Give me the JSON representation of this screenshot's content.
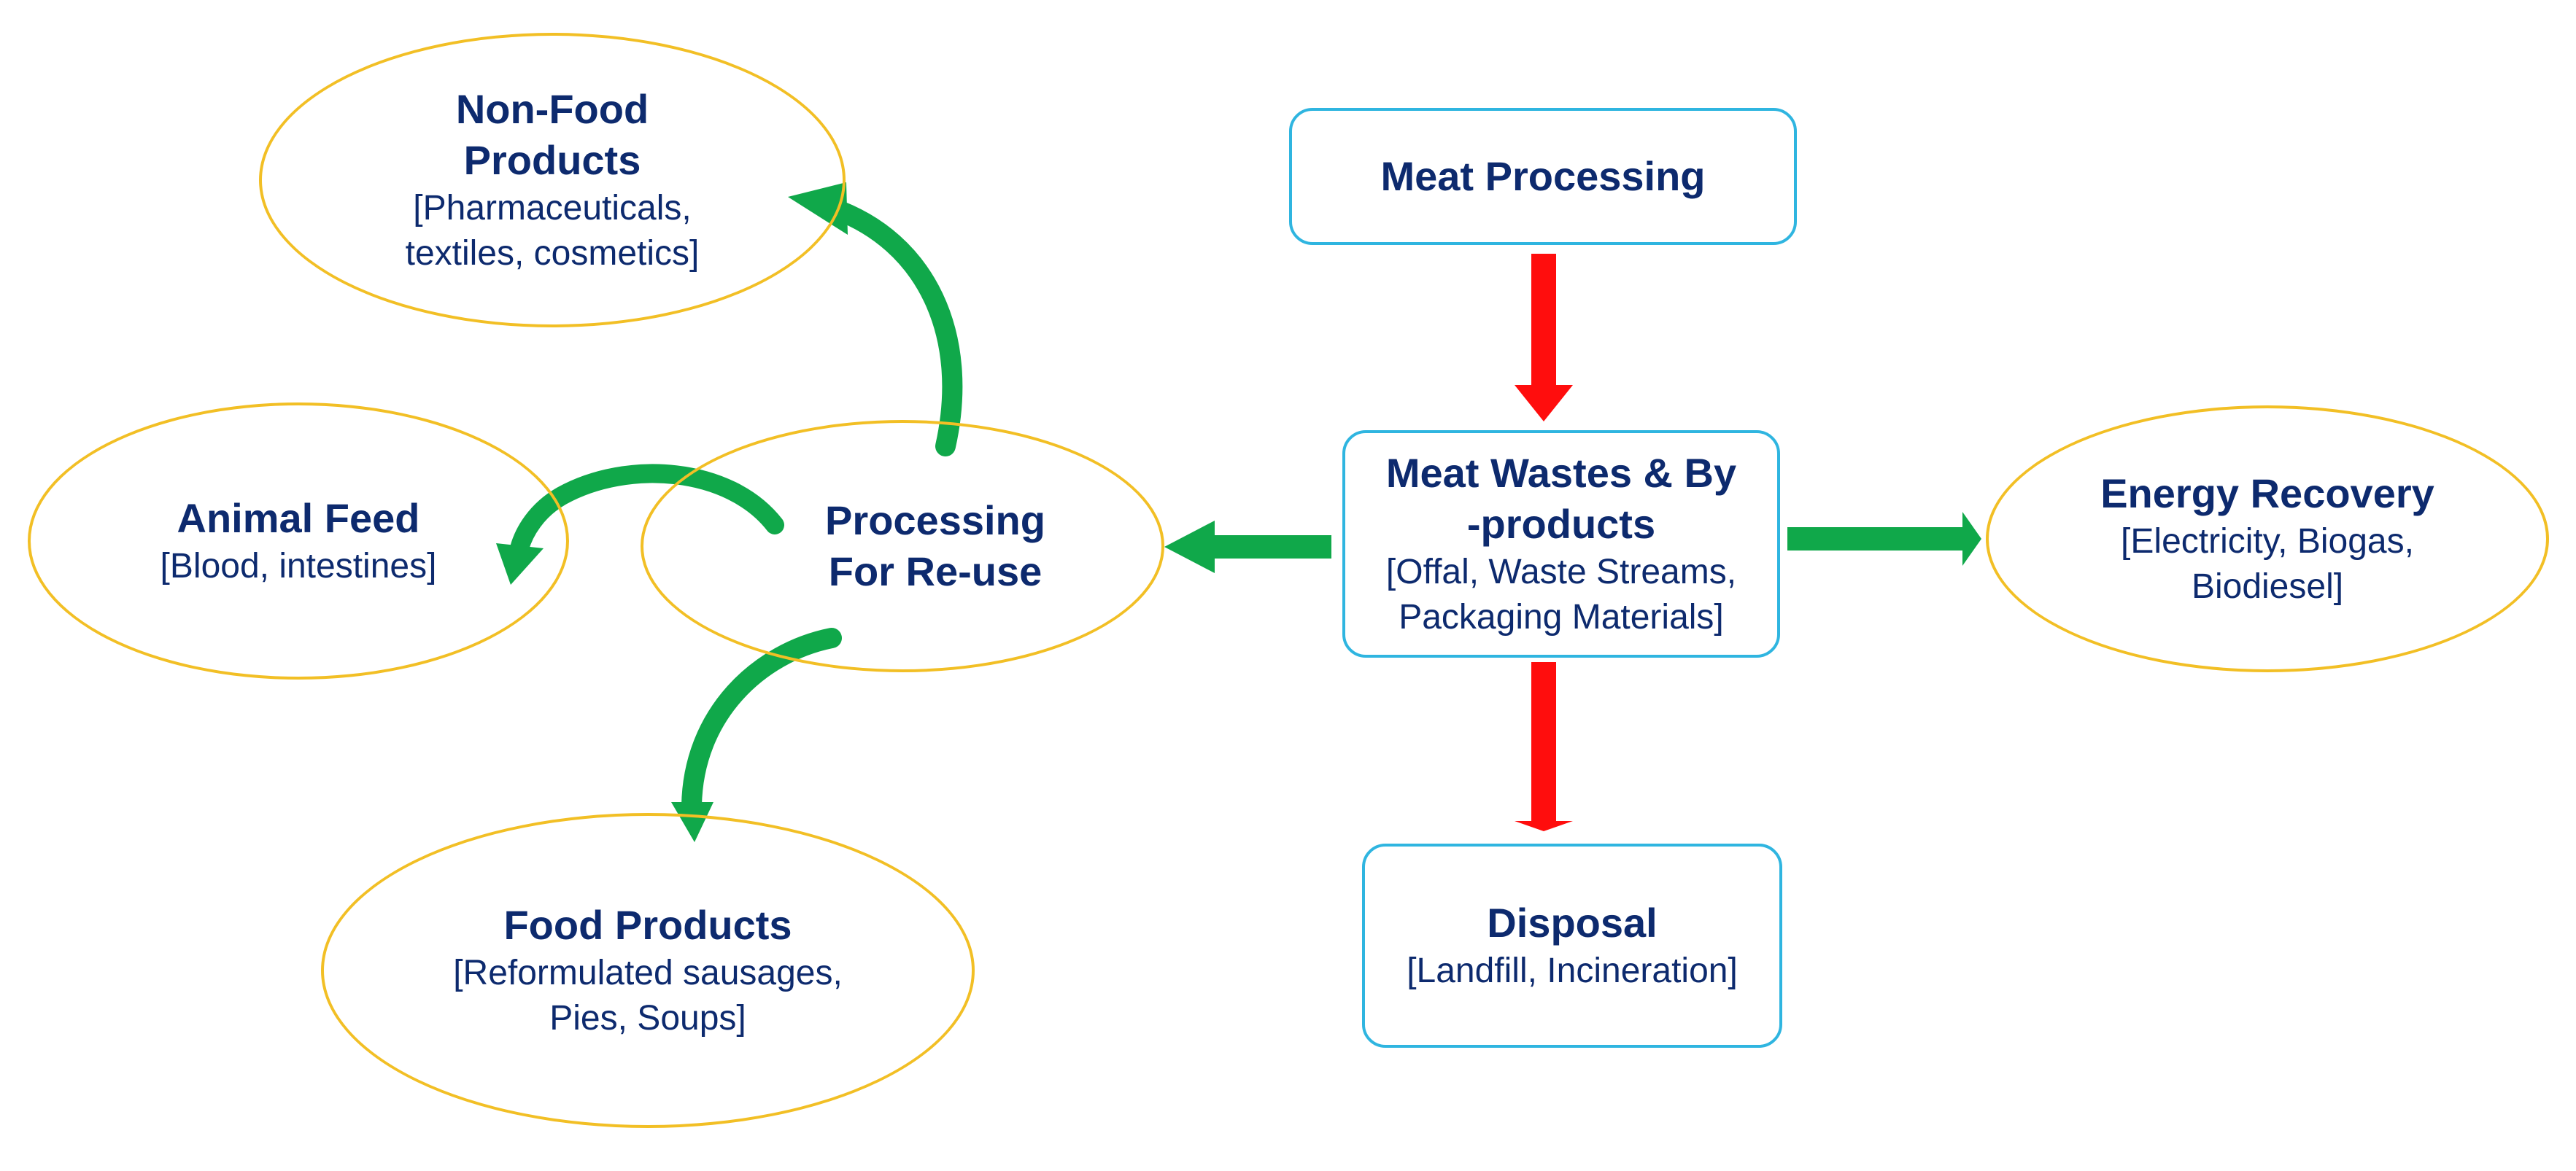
{
  "colors": {
    "box_border": "#2fb5e0",
    "ellipse_border": "#f2bf25",
    "text": "#0d2a6e",
    "arrow_red": "#ff0d0d",
    "arrow_green": "#10a84a"
  },
  "nodes": {
    "meat_processing": {
      "title": "Meat Processing"
    },
    "meat_wastes": {
      "title_line1": "Meat Wastes & By",
      "title_line2": "-products",
      "detail_line1": "[Offal, Waste Streams,",
      "detail_line2": "Packaging Materials]"
    },
    "disposal": {
      "title": "Disposal",
      "detail": "[Landfill, Incineration]"
    },
    "energy_recovery": {
      "title": "Energy Recovery",
      "detail_line1": "[Electricity, Biogas,",
      "detail_line2": "Biodiesel]"
    },
    "processing_reuse": {
      "title_line1": "Processing",
      "title_line2": "For Re-use"
    },
    "non_food": {
      "title_line1": "Non-Food",
      "title_line2": "Products",
      "detail_line1": "[Pharmaceuticals,",
      "detail_line2": "textiles, cosmetics]"
    },
    "animal_feed": {
      "title": "Animal Feed",
      "detail": "[Blood, intestines]"
    },
    "food_products": {
      "title": "Food Products",
      "detail_line1": "[Reformulated sausages,",
      "detail_line2": "Pies, Soups]"
    }
  },
  "edges": [
    {
      "from": "Meat Processing",
      "to": "Meat Wastes & By-products",
      "style": "red-straight"
    },
    {
      "from": "Meat Wastes & By-products",
      "to": "Disposal",
      "style": "red-straight"
    },
    {
      "from": "Meat Wastes & By-products",
      "to": "Energy Recovery",
      "style": "green-straight"
    },
    {
      "from": "Meat Wastes & By-products",
      "to": "Processing For Re-use",
      "style": "green-straight"
    },
    {
      "from": "Processing For Re-use",
      "to": "Non-Food Products",
      "style": "green-curved"
    },
    {
      "from": "Processing For Re-use",
      "to": "Animal Feed",
      "style": "green-curved"
    },
    {
      "from": "Processing For Re-use",
      "to": "Food Products",
      "style": "green-curved"
    }
  ]
}
